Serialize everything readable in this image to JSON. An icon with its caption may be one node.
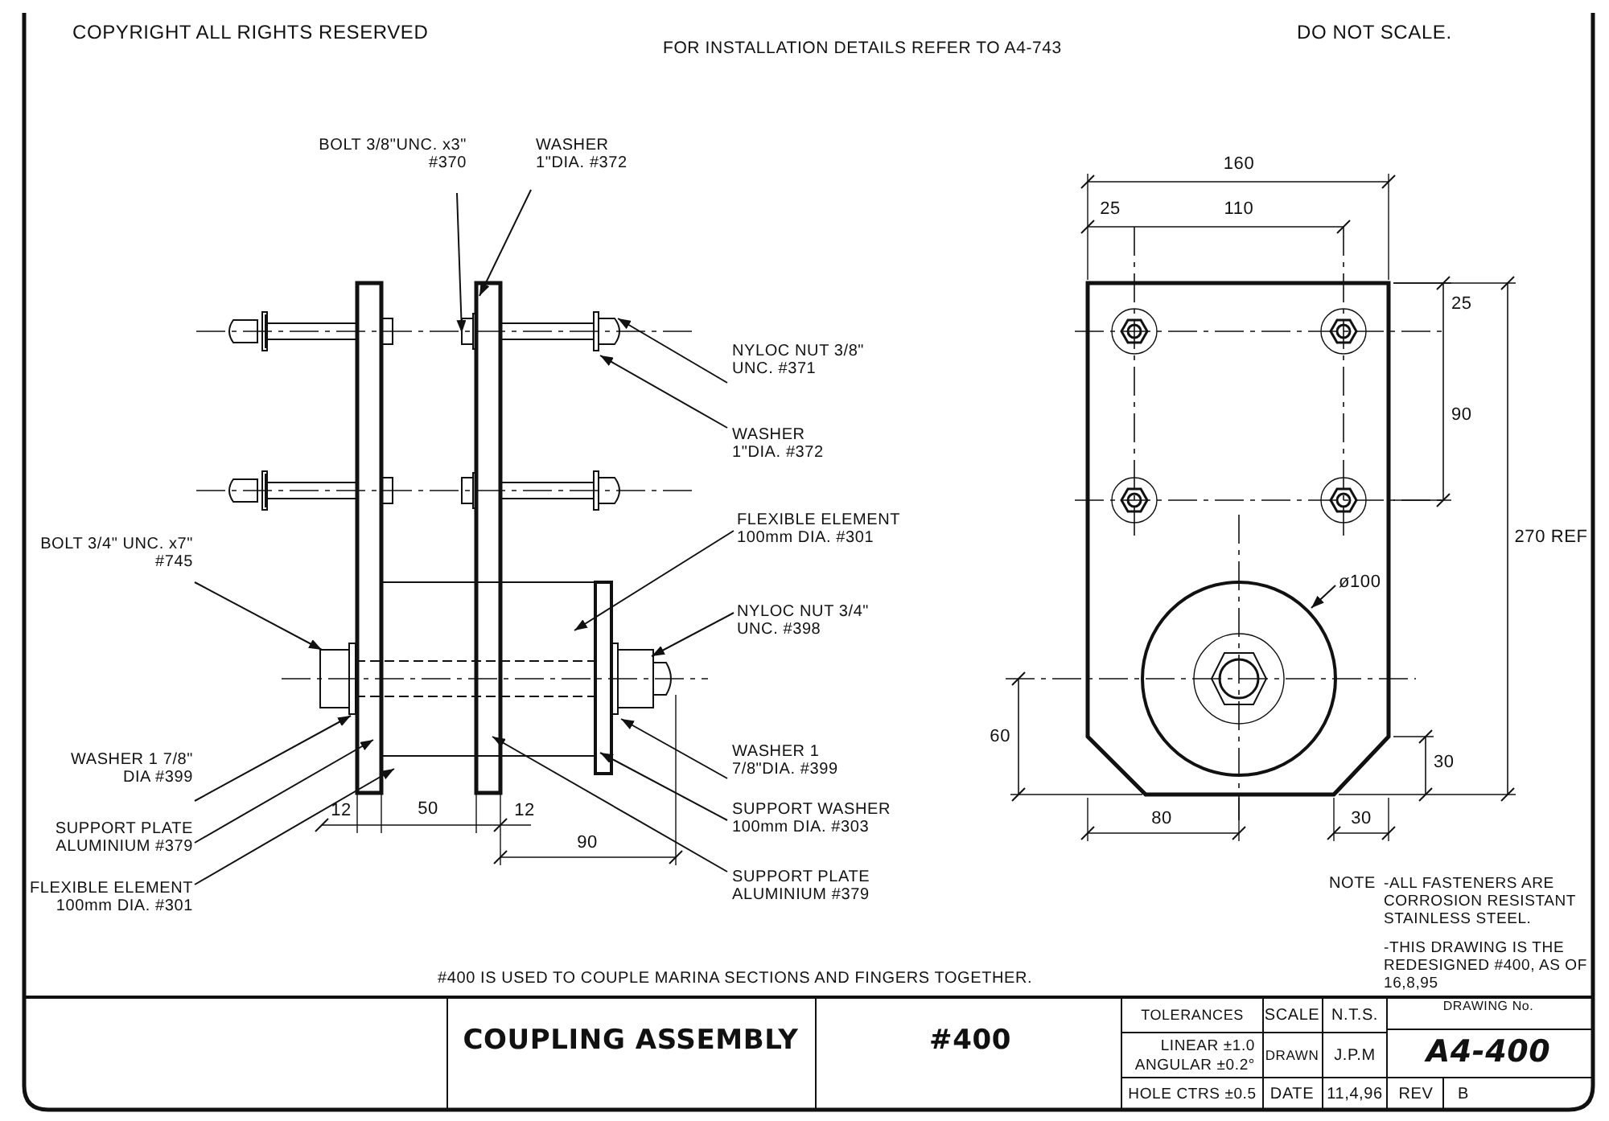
{
  "diagram": {
    "nodes": [
      {
        "text": [
          "BOLT 3/8\"UNC. x3\" #370"
        ]
      },
      {
        "text": [
          "WASHER 1\"DIA. #372"
        ]
      },
      {
        "text": [
          "NYLOC NUT 3/8\" UNC. #371"
        ]
      },
      {
        "text": [
          "WASHER 1\"DIA. #372"
        ]
      },
      {
        "text": [
          "BOLT 3/4\" UNC. x7\" #745"
        ]
      },
      {
        "text": [
          "FLEXIBLE ELEMENT 100mm DIA. #301"
        ]
      },
      {
        "text": [
          "NYLOC NUT 3/4\" UNC. #398"
        ]
      },
      {
        "text": [
          "WASHER 1 7/8\" DIA #399"
        ]
      },
      {
        "text": [
          "SUPPORT PLATE ALUMINIUM #379"
        ]
      },
      {
        "text": [
          "FLEXIBLE ELEMENT 100mm DIA. #301"
        ]
      },
      {
        "text": [
          "WASHER 1 7/8\"DIA. #399"
        ]
      },
      {
        "text": [
          "SUPPORT WASHER 100mm DIA. #303"
        ]
      },
      {
        "text": [
          "SUPPORT PLATE ALUMINIUM #379"
        ]
      }
    ],
    "edges": [
      {
        "from": 0,
        "to": null,
        "arrow": "to"
      },
      {
        "from": 1,
        "to": null,
        "arrow": "to"
      },
      {
        "from": 2,
        "to": null,
        "arrow": "to"
      },
      {
        "from": 3,
        "to": null,
        "arrow": "to"
      },
      {
        "from": 4,
        "to": null,
        "arrow": "to"
      },
      {
        "from": 5,
        "to": null,
        "arrow": "to"
      },
      {
        "from": 6,
        "to": null,
        "arrow": "to"
      },
      {
        "from": 7,
        "to": null,
        "arrow": "to"
      },
      {
        "from": 8,
        "to": null,
        "arrow": "to"
      },
      {
        "from": 9,
        "to": null,
        "arrow": "to"
      },
      {
        "from": 10,
        "to": null,
        "arrow": "to"
      },
      {
        "from": 11,
        "to": null,
        "arrow": "to"
      },
      {
        "from": 12,
        "to": null,
        "arrow": "to"
      }
    ],
    "labels": [
      "COPYRIGHT ALL RIGHTS RESERVED",
      "FOR INSTALLATION DETAILS REFER TO A4-743",
      "DO NOT SCALE.",
      "160",
      "25",
      "110",
      "25",
      "90",
      "270 REF",
      "ø100",
      "60",
      "30",
      "12",
      "50",
      "12",
      "80",
      "30",
      "90",
      "NOTE",
      "-ALL FASTENERS ARE CORROSION RESISTANT STAINLESS STEEL.",
      "-THIS DRAWING IS THE REDESIGNED #400, AS OF 16,8,95",
      "#400 IS USED TO COUPLE MARINA SECTIONS AND FINGERS TOGETHER.",
      "COUPLING ASSEMBLY",
      "#400",
      "TOLERANCES",
      "SCALE",
      "N.T.S.",
      "DRAWING No.",
      "LINEAR ±1.0",
      "ANGULAR ±0.2°",
      "DRAWN",
      "J.P.M",
      "A4-400",
      "HOLE CTRS ±0.5",
      "DATE",
      "11,4,96",
      "REV",
      "B"
    ]
  }
}
